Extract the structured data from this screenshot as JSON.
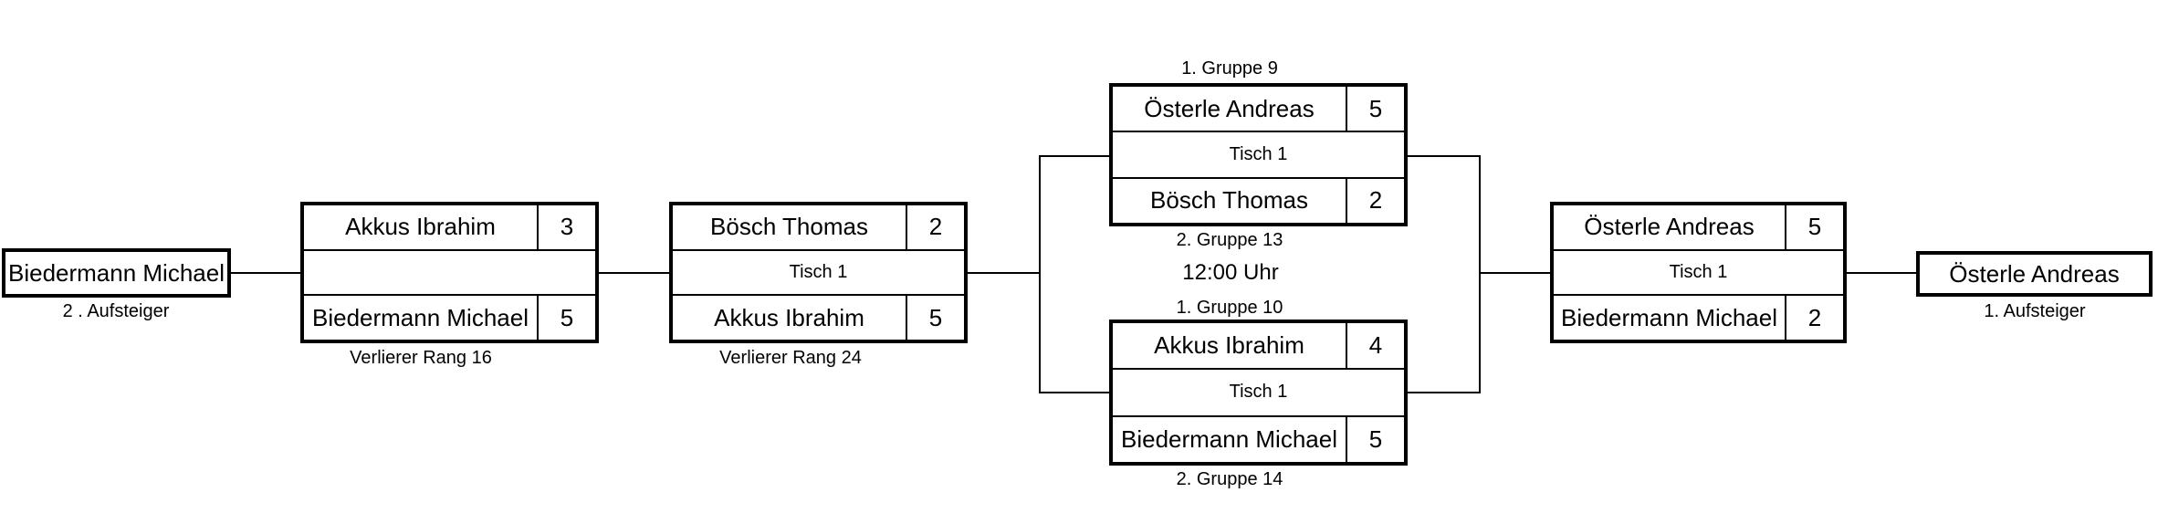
{
  "colors": {
    "background": "#ffffff",
    "line": "#000000",
    "text": "#000000"
  },
  "seed_left": {
    "name": "Biedermann Michael",
    "caption": "2 . Aufsteiger"
  },
  "match16": {
    "top_name": "Akkus Ibrahim",
    "top_score": "3",
    "middle": "",
    "bottom_name": "Biedermann Michael",
    "bottom_score": "5",
    "caption": "Verlierer Rang 16"
  },
  "match24": {
    "top_name": "Bösch Thomas",
    "top_score": "2",
    "middle": "Tisch 1",
    "bottom_name": "Akkus Ibrahim",
    "bottom_score": "5",
    "caption": "Verlierer Rang 24"
  },
  "semi_top": {
    "caption_above": "1. Gruppe 9",
    "top_name": "Österle Andreas",
    "top_score": "5",
    "middle": "Tisch 1",
    "bottom_name": "Bösch Thomas",
    "bottom_score": "2",
    "caption_below": "2. Gruppe 13"
  },
  "schedule": {
    "time": "12:00 Uhr"
  },
  "semi_bottom": {
    "caption_above": "1. Gruppe 10",
    "top_name": "Akkus Ibrahim",
    "top_score": "4",
    "middle": "Tisch 1",
    "bottom_name": "Biedermann Michael",
    "bottom_score": "5",
    "caption_below": "2. Gruppe 14"
  },
  "final": {
    "top_name": "Österle Andreas",
    "top_score": "5",
    "middle": "Tisch 1",
    "bottom_name": "Biedermann Michael",
    "bottom_score": "2"
  },
  "winner": {
    "name": "Österle Andreas",
    "caption": "1. Aufsteiger"
  }
}
